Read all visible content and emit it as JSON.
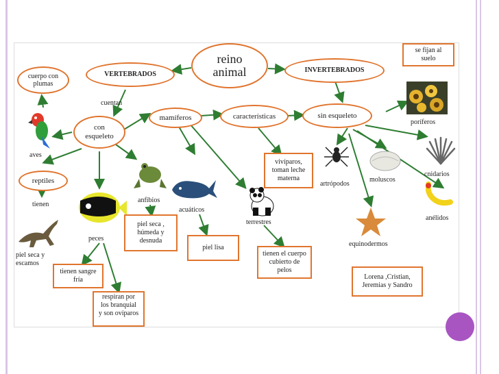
{
  "title": {
    "line1": "reino",
    "line2": "animal"
  },
  "vertebrados": "VERTEBRADOS",
  "invertebrados": "INVERTEBRADOS",
  "cuerpo_con_plumas": "cuerpo con\nplumas",
  "se_fijan_al_suelo": "se fijan al\nsuelo",
  "cuentan": "cuentan",
  "con_esqueleto": "con\nesqueleto",
  "mamiferos": "mamíferos",
  "caracteristicas": "características",
  "sin_esqueleto": "sin esqueleto",
  "poriferos": "poríferos",
  "aves": "aves",
  "reptiles": "reptiles",
  "tienen": "tienen",
  "piel_seca_y_escamosa": "piel seca y\nescamos",
  "anfibios": "anfibios",
  "acuaticos": "acuáticos",
  "terrestres": "terrestres",
  "peces": "peces",
  "viviparos": "vivíparos,\ntoman leche\nmaterna",
  "artropodos": "artrópodos",
  "moluscos": "moluscos",
  "cnidarios": "cnidarios",
  "anelidos": "anélidos",
  "equinodermos": "equinodermos",
  "piel_seca_humeda": "piel  seca ,\nhúmeda y\ndesnuda",
  "piel_lisa": "piel lisa",
  "tienen_cuerpo_cubierto": "tienen el cuerpo\ncubierto de\npelos",
  "tienen_sangre_fria": "tienen sangre\nfría",
  "respiran": "respiran por\nlos branquial\ny son ovíparos",
  "autores": "Lorena ,Cristian,\nJeremias y Sandro",
  "colors": {
    "border": "#e0742d",
    "arrow": "#2e7d32",
    "accent": "#a855c2"
  }
}
